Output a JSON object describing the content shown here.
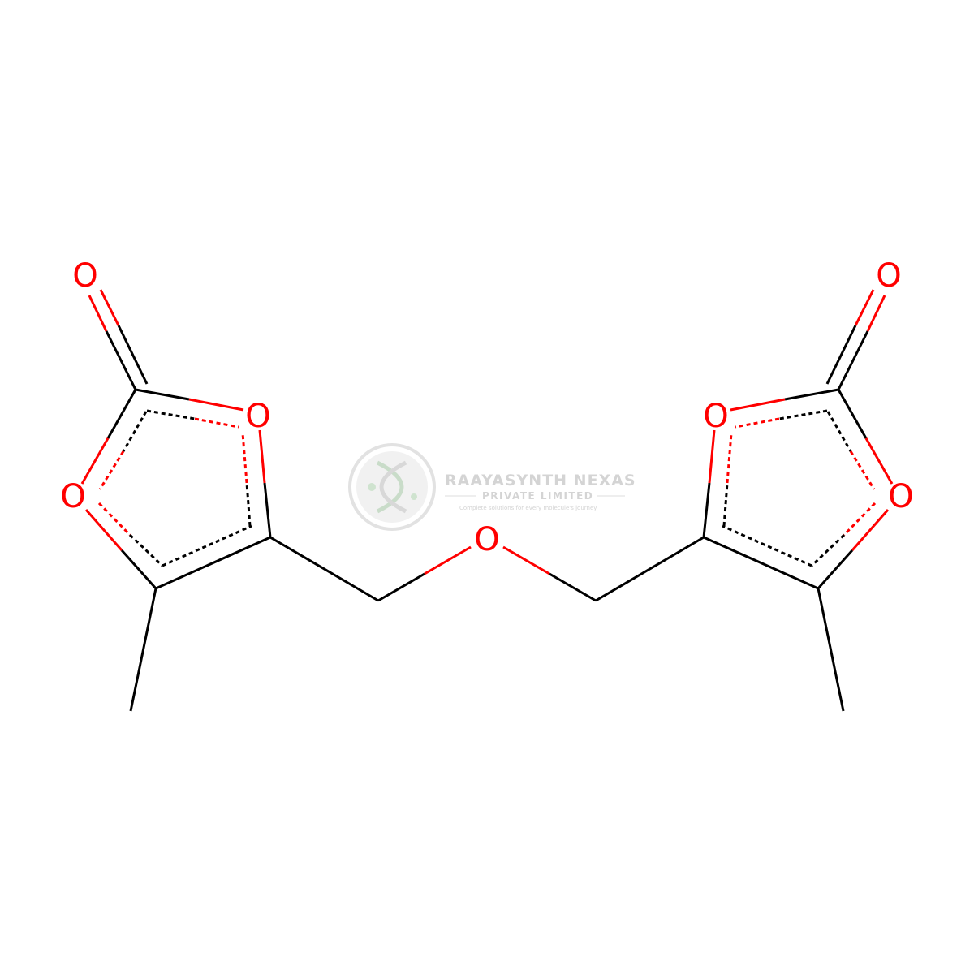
{
  "watermark": {
    "title": "RAAYASYNTH NEXAS",
    "subtitle": "PRIVATE LIMITED",
    "tagline": "Complete solutions for every molecule's journey"
  },
  "molecule": {
    "atoms": [
      {
        "id": "o_carbonyl_left",
        "label": "O"
      },
      {
        "id": "o_ring_left_upper",
        "label": "O"
      },
      {
        "id": "o_ring_left_lower",
        "label": "O"
      },
      {
        "id": "o_bridge",
        "label": "O"
      },
      {
        "id": "o_carbonyl_right",
        "label": "O"
      },
      {
        "id": "o_ring_right_upper",
        "label": "O"
      },
      {
        "id": "o_ring_right_lower",
        "label": "O"
      }
    ]
  },
  "colors": {
    "bond": "#000000",
    "heteroatom": "#ff0000",
    "watermark": "#d4d4d4",
    "background": "#ffffff"
  }
}
